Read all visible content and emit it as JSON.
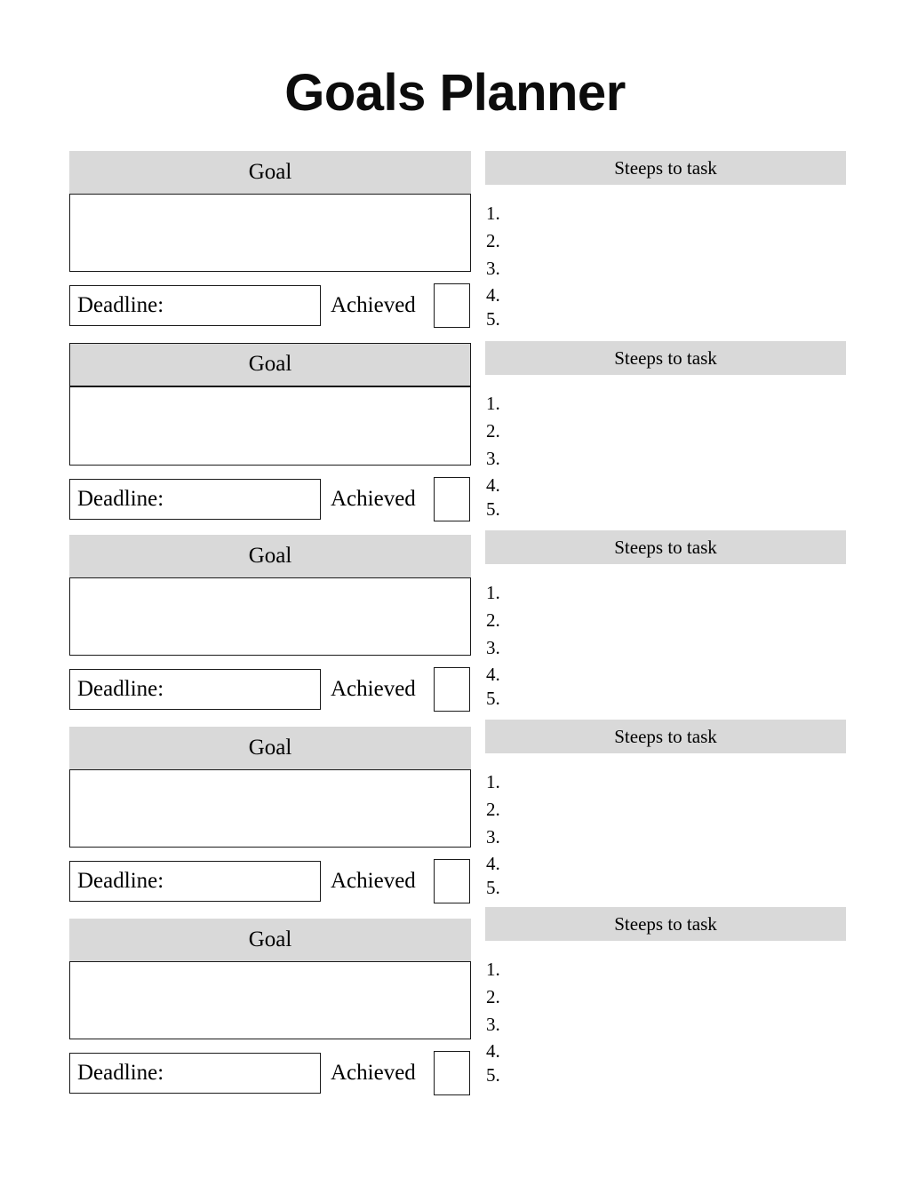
{
  "document": {
    "title": "Goals Planner"
  },
  "labels": {
    "goal_header": "Goal",
    "steps_header": "Steeps to task",
    "deadline": "Deadline:",
    "achieved": "Achieved"
  },
  "colors": {
    "header_fill": "#d9d9d9",
    "border": "#1a1a1a",
    "text": "#000000",
    "page_background": "#ffffff"
  },
  "goal_blocks": [
    {
      "header": "Goal",
      "goal_value": "",
      "deadline_label": "Deadline:",
      "deadline_value": "",
      "achieved_label": "Achieved",
      "achieved_checked": false
    },
    {
      "header": "Goal",
      "goal_value": "",
      "deadline_label": "Deadline:",
      "deadline_value": "",
      "achieved_label": "Achieved",
      "achieved_checked": false
    },
    {
      "header": "Goal",
      "goal_value": "",
      "deadline_label": "Deadline:",
      "deadline_value": "",
      "achieved_label": "Achieved",
      "achieved_checked": false
    },
    {
      "header": "Goal",
      "goal_value": "",
      "deadline_label": "Deadline:",
      "deadline_value": "",
      "achieved_label": "Achieved",
      "achieved_checked": false
    },
    {
      "header": "Goal",
      "goal_value": "",
      "deadline_label": "Deadline:",
      "deadline_value": "",
      "achieved_label": "Achieved",
      "achieved_checked": false
    }
  ],
  "steps_blocks": [
    {
      "header": "Steeps to task",
      "items": [
        {
          "marker": "1.",
          "value": ""
        },
        {
          "marker": "2.",
          "value": ""
        },
        {
          "marker": "3.",
          "value": ""
        },
        {
          "marker": "4.",
          "value": ""
        },
        {
          "marker": "5.",
          "value": ""
        }
      ]
    },
    {
      "header": "Steeps to task",
      "items": [
        {
          "marker": "1.",
          "value": ""
        },
        {
          "marker": "2.",
          "value": ""
        },
        {
          "marker": "3.",
          "value": ""
        },
        {
          "marker": "4.",
          "value": ""
        },
        {
          "marker": "5.",
          "value": ""
        }
      ]
    },
    {
      "header": "Steeps to task",
      "items": [
        {
          "marker": "1.",
          "value": ""
        },
        {
          "marker": "2.",
          "value": ""
        },
        {
          "marker": "3.",
          "value": ""
        },
        {
          "marker": "4.",
          "value": ""
        },
        {
          "marker": "5.",
          "value": ""
        }
      ]
    },
    {
      "header": "Steeps to task",
      "items": [
        {
          "marker": "1.",
          "value": ""
        },
        {
          "marker": "2.",
          "value": ""
        },
        {
          "marker": "3.",
          "value": ""
        },
        {
          "marker": "4.",
          "value": ""
        },
        {
          "marker": "5.",
          "value": ""
        }
      ]
    },
    {
      "header": "Steeps to task",
      "items": [
        {
          "marker": "1.",
          "value": ""
        },
        {
          "marker": "2.",
          "value": ""
        },
        {
          "marker": "3.",
          "value": ""
        },
        {
          "marker": "4.",
          "value": ""
        },
        {
          "marker": "5.",
          "value": ""
        }
      ]
    }
  ],
  "layout": {
    "goal_block_tops": [
      170,
      386,
      602,
      818,
      1034
    ],
    "steps_block_tops": [
      170,
      384,
      597,
      810,
      1021
    ]
  }
}
